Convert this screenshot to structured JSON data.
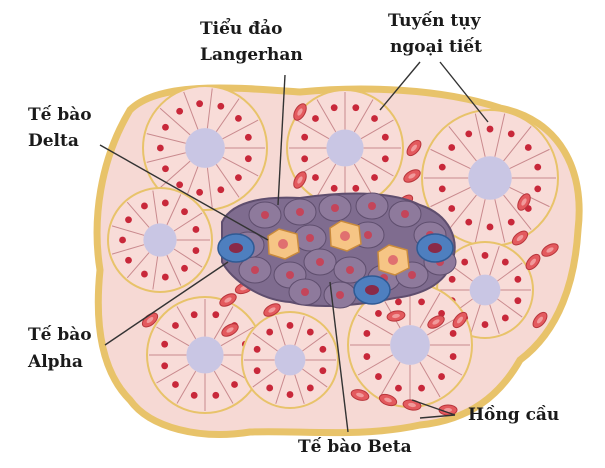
{
  "labels": {
    "islet_line1": "Tiểu đảo",
    "islet_line2": "Langerhan",
    "exocrine_line1": "Tuyến tụy",
    "exocrine_line2": "ngoại tiết",
    "delta_line1": "Tế bào",
    "delta_line2": "Delta",
    "alpha_line1": "Tế bào",
    "alpha_line2": "Alpha",
    "beta": "Tế bào Beta",
    "rbc": "Hồng cầu"
  },
  "colors": {
    "tissue_border": "#e8c36a",
    "tissue_fill": "#f6d9d4",
    "acinar_cell": "#f2b9bd",
    "acinar_lumen": "#c9c6e4",
    "nucleus": "#c8283a",
    "islet_purple": "#8e7a9c",
    "delta_cell": "#f6c585",
    "alpha_cell": "#4e7fbf",
    "rbc": "#e35a5e"
  }
}
